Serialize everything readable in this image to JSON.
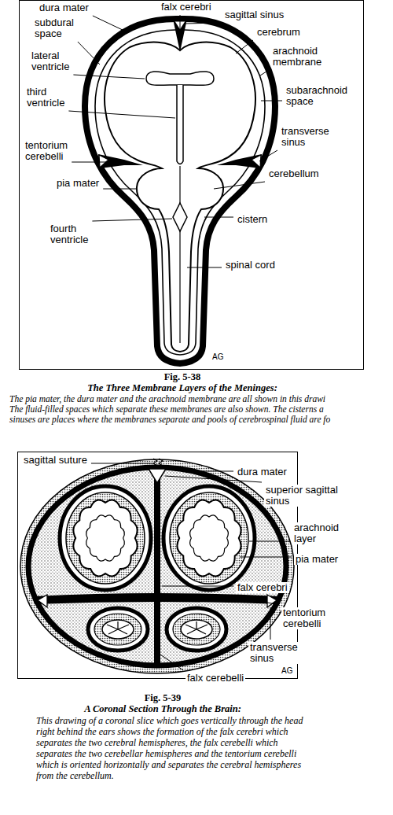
{
  "diagram": {
    "labels": [
      "dura mater",
      "falx cerebri",
      "sagittal sinus",
      "subdural space",
      "cerebrum",
      "arachnoid membrane",
      "lateral ventricle",
      "third ventricle",
      "subarachnoid space",
      "transverse sinus",
      "tentorium cerebelli",
      "cerebellum",
      "pia mater",
      "cistern",
      "fourth ventricle",
      "spinal cord",
      "AG",
      "Fig. 5-38",
      "The Three Membrane Layers of the Meninges:",
      "The pia mater, the dura mater and the arachnoid membrane are all shown in this drawi",
      "The fluid-filled spaces which separate these membranes are also shown. The cisterns a",
      "sinuses are places where the membranes separate and pools of cerebrospinal fluid are fo",
      "sagittal suture",
      "dura mater",
      "superior sagittal sinus",
      "arachnoid layer",
      "pia mater",
      "falx cerebri",
      "tentorium cerebelli",
      "transverse sinus",
      "falx cerebelli",
      "AG",
      "Fig. 5-39",
      "A Coronal Section Through the Brain:",
      "This drawing of a coronal slice which goes vertically through the head right behind the ears shows the formation of the falx cerebri which separates the two cerebral hemispheres, the falx cerebelli which separates the two cerebellar hemispheres and the tentorium cerebelli which is oriented horizontally and separates the cerebral hemispheres from the cerebellum."
    ]
  }
}
